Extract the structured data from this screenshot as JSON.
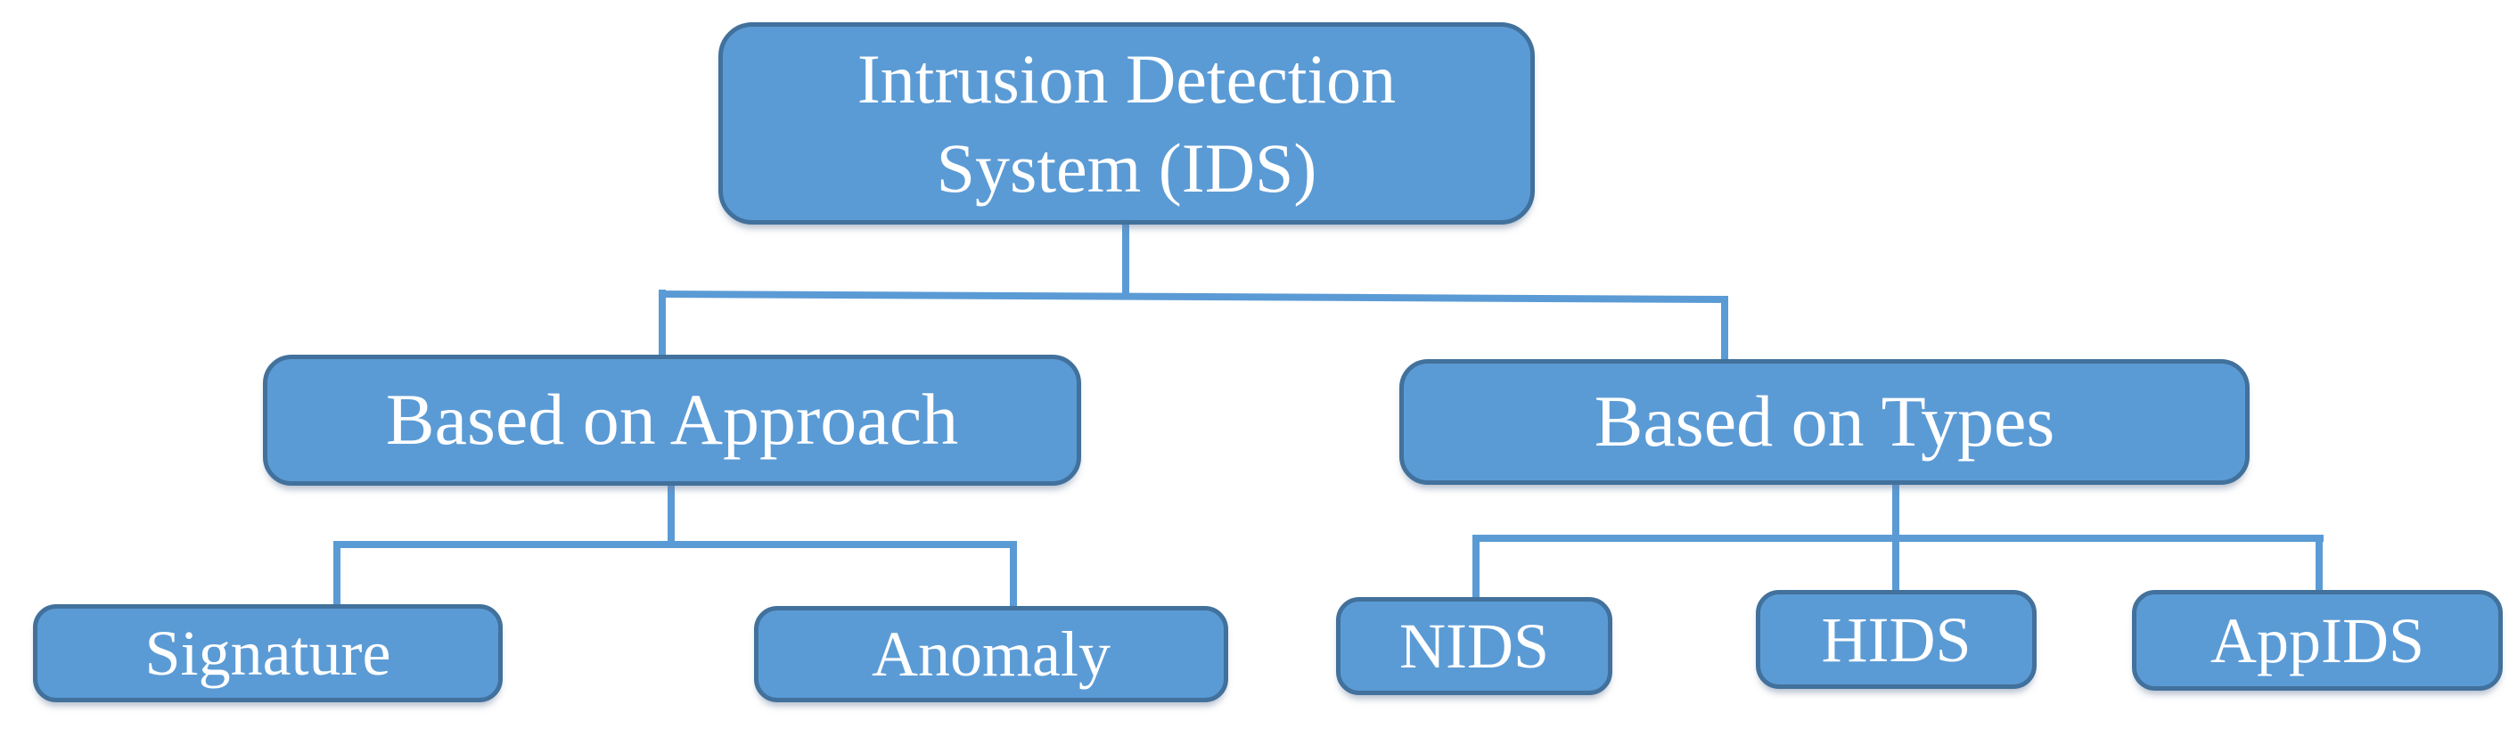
{
  "colors": {
    "node_fill": "#5b9bd5",
    "node_border": "#41719c",
    "connector": "#5b9bd5",
    "node_text": "#ffffff",
    "page_bg": "#ffffff"
  },
  "diagram": {
    "type": "tree",
    "title": "Intrusion Detection System (IDS) classification",
    "root": {
      "label": "Intrusion Detection System (IDS)",
      "lines": [
        "Intrusion Detection",
        "System (IDS)"
      ],
      "children": [
        {
          "label": "Based on Approach",
          "children": [
            {
              "label": "Signature"
            },
            {
              "label": "Anomaly"
            }
          ]
        },
        {
          "label": "Based on Types",
          "children": [
            {
              "label": "NIDS"
            },
            {
              "label": "HIDS"
            },
            {
              "label": "AppIDS"
            }
          ]
        }
      ]
    }
  }
}
